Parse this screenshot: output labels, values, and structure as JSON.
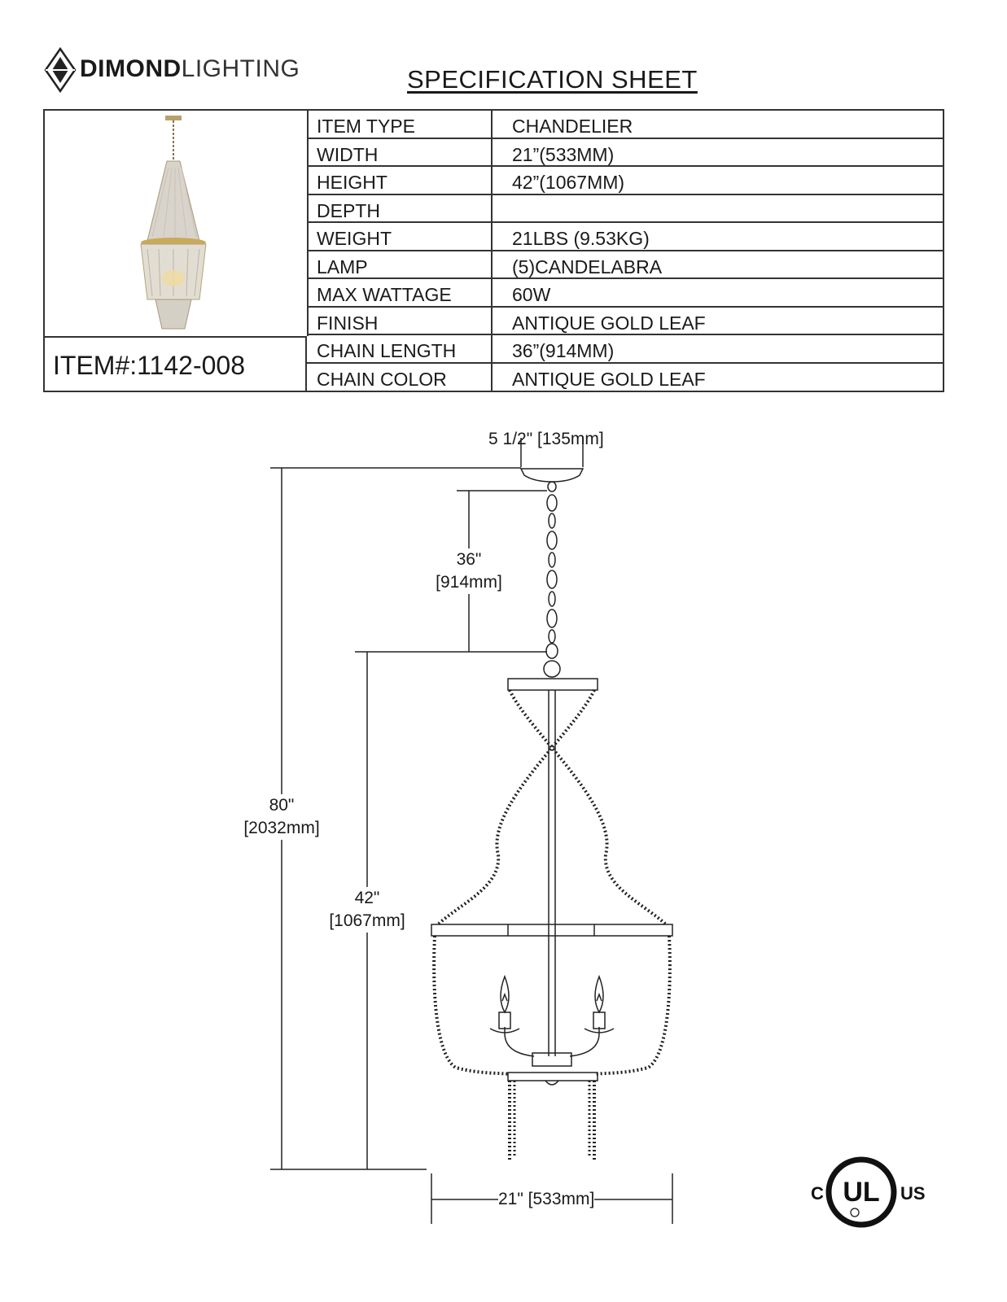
{
  "brand": {
    "name_bold": "DIMOND",
    "name_light": "LIGHTING"
  },
  "title": "SPECIFICATION  SHEET",
  "item_number": "ITEM#:1142-008",
  "specs": [
    {
      "label": "ITEM TYPE",
      "value": "CHANDELIER"
    },
    {
      "label": "WIDTH",
      "value": "21”(533MM)"
    },
    {
      "label": "HEIGHT",
      "value": "42”(1067MM)"
    },
    {
      "label": "DEPTH",
      "value": ""
    },
    {
      "label": "WEIGHT",
      "value": "21LBS (9.53KG)"
    },
    {
      "label": "LAMP",
      "value": "(5)CANDELABRA"
    },
    {
      "label": "MAX WATTAGE",
      "value": "60W"
    },
    {
      "label": "FINISH",
      "value": "ANTIQUE GOLD LEAF"
    },
    {
      "label": "CHAIN LENGTH",
      "value": "36”(914MM)"
    },
    {
      "label": "CHAIN COLOR",
      "value": "ANTIQUE GOLD LEAF"
    }
  ],
  "dimensions": {
    "canopy": "5 1/2\" [135mm]",
    "chain_in": "36\"",
    "chain_mm": "[914mm]",
    "overall_in": "80\"",
    "overall_mm": "[2032mm]",
    "body_in": "42\"",
    "body_mm": "[1067mm]",
    "width": "21\" [533mm]"
  },
  "certification": {
    "left": "C",
    "center": "UL",
    "right": "US"
  }
}
